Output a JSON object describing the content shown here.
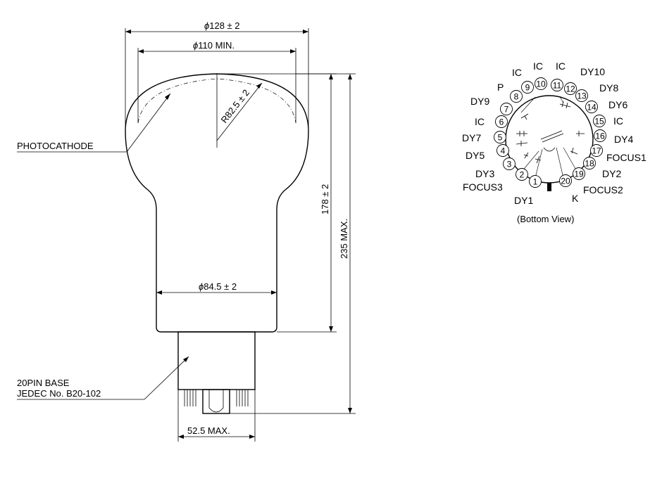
{
  "dimensions": {
    "bulb_diameter": "128 ± 2",
    "photocathode_min": "110 MIN.",
    "radius": "R82.5 ± 2",
    "neck_diameter": "84.5 ± 2",
    "height_bulb": "178 ± 2",
    "height_total": "235 MAX.",
    "base_width": "52.5 MAX.",
    "phi_symbol": "ϕ"
  },
  "labels": {
    "photocathode": "PHOTOCATHODE",
    "base_line1": "20PIN BASE",
    "base_line2": "JEDEC No. B20-102",
    "bottom_view": "(Bottom View)"
  },
  "pins": [
    {
      "num": "1",
      "label": "DY1"
    },
    {
      "num": "2",
      "label": "DY3"
    },
    {
      "num": "3",
      "label": "FOCUS3"
    },
    {
      "num": "4",
      "label": "DY5"
    },
    {
      "num": "5",
      "label": "DY7"
    },
    {
      "num": "6",
      "label": "IC"
    },
    {
      "num": "7",
      "label": "DY9"
    },
    {
      "num": "8",
      "label": "P"
    },
    {
      "num": "9",
      "label": "IC"
    },
    {
      "num": "10",
      "label": "IC"
    },
    {
      "num": "11",
      "label": "IC"
    },
    {
      "num": "12",
      "label": "DY10"
    },
    {
      "num": "13",
      "label": "DY8"
    },
    {
      "num": "14",
      "label": "DY6"
    },
    {
      "num": "15",
      "label": "IC"
    },
    {
      "num": "16",
      "label": "DY4"
    },
    {
      "num": "17",
      "label": "FOCUS1"
    },
    {
      "num": "18",
      "label": "DY2"
    },
    {
      "num": "19",
      "label": "FOCUS2"
    },
    {
      "num": "20",
      "label": "K"
    }
  ]
}
